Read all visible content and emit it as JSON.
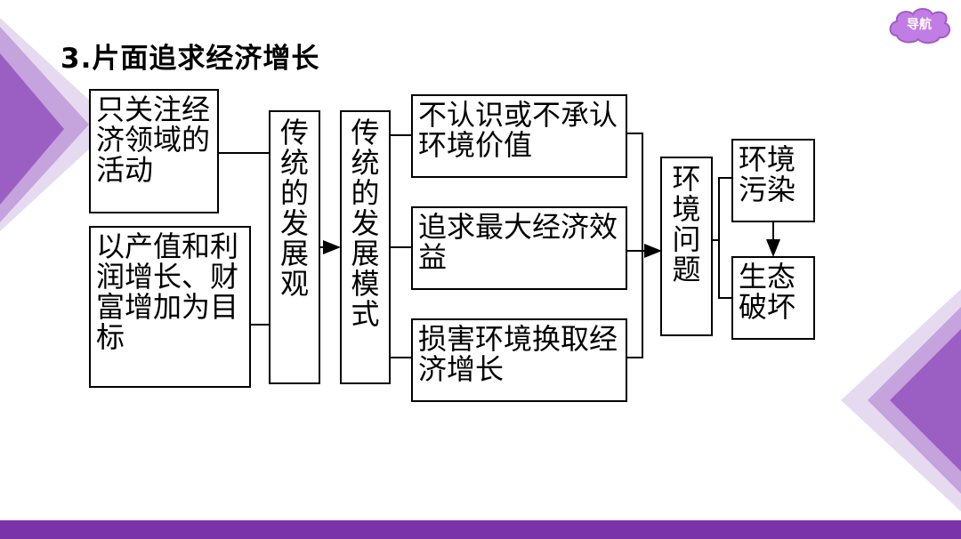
{
  "title": "3.片面追求经济增长",
  "nav": {
    "label": "导航"
  },
  "colors": {
    "accent": "#7a33a8",
    "accent_light": "#b27fd1",
    "nav_fill": "#c17de3"
  },
  "diagram": {
    "left_top": "只关注经济领域的活动",
    "left_bottom": "以产值和利润增长、财富增加为目标",
    "view": "传统的发展观",
    "mode": "传统的发展模式",
    "cause1": "不认识或不承认环境价值",
    "cause2": "追求最大经济效益",
    "cause3": "损害环境换取经济增长",
    "problem": "环境问题",
    "effect1": "环境污染",
    "effect2": "生态破坏"
  }
}
